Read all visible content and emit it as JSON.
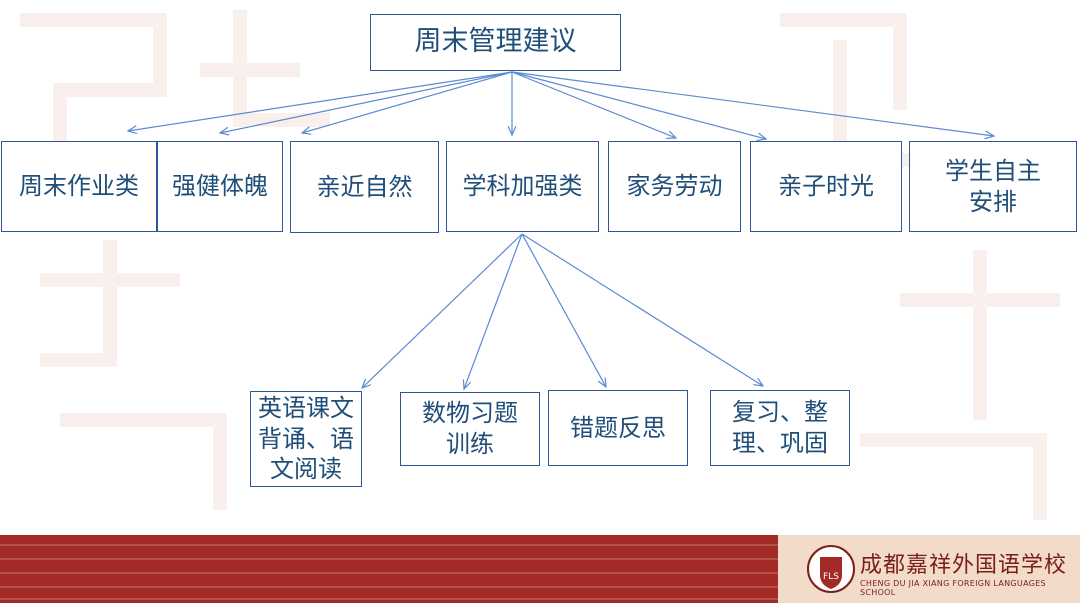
{
  "diagram": {
    "root": "周末管理建议",
    "categories": [
      "周末作业类",
      "强健体魄",
      "亲近自然",
      "学科加强类",
      "家务劳动",
      "亲子时光",
      "学生自主\n安排"
    ],
    "subitems": [
      "英语课文\n背诵、语\n文阅读",
      "数物习题\n训练",
      "错题反思",
      "复习、整\n理、巩固"
    ]
  },
  "footer": {
    "school_name": "成都嘉祥外国语学校",
    "school_name_en": "CHENG DU JIA XIANG FOREIGN LANGUAGES SCHOOL",
    "emblem_text": "FLS"
  },
  "colors": {
    "box_border": "#2f5597",
    "text": "#1f4e79",
    "arrow": "#5b8bd0",
    "footer_red": "#a32a26",
    "footer_logo_bg": "#f2dcc9"
  }
}
